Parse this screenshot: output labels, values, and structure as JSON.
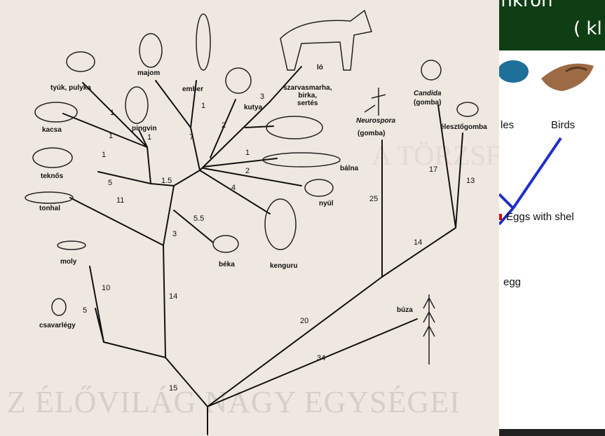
{
  "header": {
    "line1": "szinkron",
    "line2": "( kl"
  },
  "right_panel": {
    "label_a": "les",
    "label_b": "Birds",
    "label_c": "Eggs with shel",
    "label_d": "egg"
  },
  "tree": {
    "watermark": "Z ÉLŐVILÁG NAGY EGYSÉGEI",
    "ghost": "A TÖRZSF",
    "organisms": {
      "tyuk": "tyúk, pulyka",
      "majom": "majom",
      "ember": "ember",
      "lo": "ló",
      "szarvasmarha": "szarvasmarha,\nbirka,\nsertés",
      "kutya": "kutya",
      "kacsa": "kacsa",
      "pingvin": "pingvin",
      "teknos": "teknős",
      "tonhal": "tonhal",
      "balna": "bálna",
      "nyul": "nyúl",
      "kenguru": "kenguru",
      "beka": "béka",
      "moly": "moly",
      "csavarlegy": "csavarlégy",
      "neurospora": "Neurospora",
      "neurospora_sub": "(gomba)",
      "candida": "Candida",
      "candida_sub": "(gomba)",
      "eleszto": "élesztőgomba",
      "buza": "búza"
    },
    "distances": {
      "d1_tyuk": "1",
      "d1_ember": "1",
      "d3_szarvas": "3",
      "d2_kutya": "2",
      "d7": "7",
      "d1_pingvin": "1",
      "d1_kacsa": "1",
      "d1_teknos": "1",
      "d1_balna": "1",
      "d2_nyul": "2",
      "d4_kenguru": "4",
      "d1_5": "1.5",
      "d5_teknos": "5",
      "d11": "11",
      "d5_5": "5.5",
      "d3": "3",
      "d25": "25",
      "d17": "17",
      "d13": "13",
      "d14_fungi": "14",
      "d10": "10",
      "d5_legy": "5",
      "d14": "14",
      "d20": "20",
      "d34": "34",
      "d15": "15"
    }
  }
}
